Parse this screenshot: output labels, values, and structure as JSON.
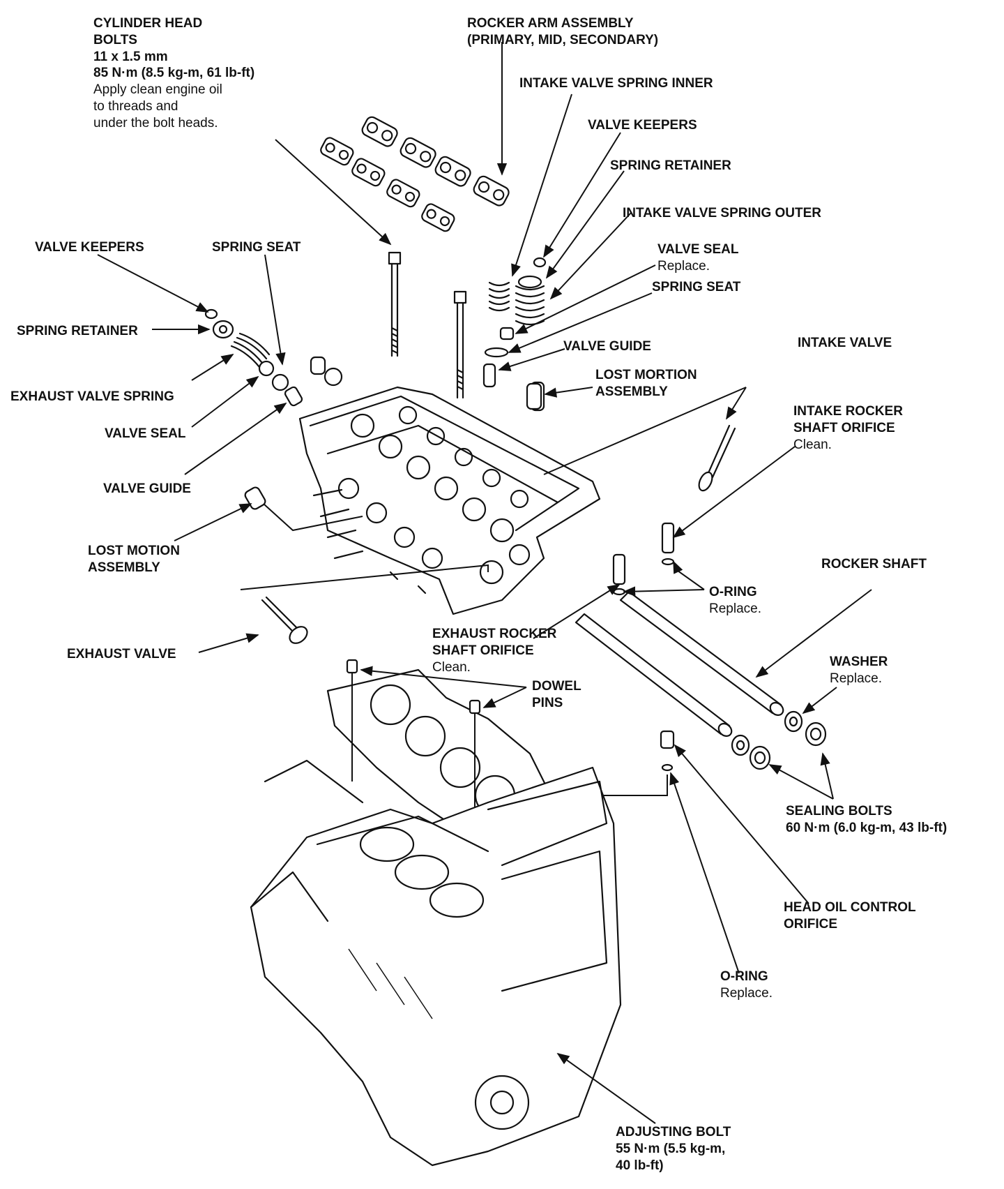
{
  "labels": {
    "cylinder_head_bolts": {
      "lines": [
        "CYLINDER HEAD",
        "BOLTS",
        "11 x 1.5 mm",
        "85 N·m (8.5 kg-m, 61 lb-ft)"
      ],
      "note": [
        "Apply clean engine oil",
        "to threads and",
        "under the bolt heads."
      ]
    },
    "rocker_arm_assembly": {
      "lines": [
        "ROCKER ARM ASSEMBLY",
        "(PRIMARY, MID, SECONDARY)"
      ]
    },
    "intake_valve_spring_inner": {
      "lines": [
        "INTAKE VALVE SPRING INNER"
      ]
    },
    "valve_keepers_right": {
      "lines": [
        "VALVE KEEPERS"
      ]
    },
    "spring_retainer_right": {
      "lines": [
        "SPRING RETAINER"
      ]
    },
    "intake_valve_spring_outer": {
      "lines": [
        "INTAKE VALVE SPRING OUTER"
      ]
    },
    "valve_seal_right": {
      "lines": [
        "VALVE SEAL"
      ],
      "note": [
        "Replace."
      ]
    },
    "spring_seat_right": {
      "lines": [
        "SPRING SEAT"
      ]
    },
    "valve_guide_right": {
      "lines": [
        "VALVE GUIDE"
      ]
    },
    "lost_mortion_assembly": {
      "lines": [
        "LOST MORTION",
        "ASSEMBLY"
      ]
    },
    "intake_valve": {
      "lines": [
        "INTAKE VALVE"
      ]
    },
    "intake_rocker_shaft_orifice": {
      "lines": [
        "INTAKE ROCKER",
        "SHAFT ORIFICE"
      ],
      "note": [
        "Clean."
      ]
    },
    "valve_keepers_left": {
      "lines": [
        "VALVE KEEPERS"
      ]
    },
    "spring_seat_left": {
      "lines": [
        "SPRING SEAT"
      ]
    },
    "spring_retainer_left": {
      "lines": [
        "SPRING RETAINER"
      ]
    },
    "exhaust_valve_spring": {
      "lines": [
        "EXHAUST VALVE SPRING"
      ]
    },
    "valve_seal_left": {
      "lines": [
        "VALVE SEAL"
      ]
    },
    "valve_guide_left": {
      "lines": [
        "VALVE GUIDE"
      ]
    },
    "lost_motion_assembly": {
      "lines": [
        "LOST MOTION",
        "ASSEMBLY"
      ]
    },
    "o_ring_upper": {
      "lines": [
        "O-RING"
      ],
      "note": [
        "Replace."
      ]
    },
    "rocker_shaft": {
      "lines": [
        "ROCKER SHAFT"
      ]
    },
    "exhaust_rocker_shaft_orifice": {
      "lines": [
        "EXHAUST ROCKER",
        "SHAFT ORIFICE"
      ],
      "note": [
        "Clean."
      ]
    },
    "exhaust_valve": {
      "lines": [
        "EXHAUST VALVE"
      ]
    },
    "washer": {
      "lines": [
        "WASHER"
      ],
      "note": [
        "Replace."
      ]
    },
    "dowel_pins": {
      "lines": [
        "DOWEL",
        "PINS"
      ]
    },
    "sealing_bolts": {
      "lines": [
        "SEALING BOLTS",
        "60 N·m (6.0 kg-m, 43 lb-ft)"
      ]
    },
    "head_oil_control_orifice": {
      "lines": [
        "HEAD OIL CONTROL",
        "ORIFICE"
      ]
    },
    "o_ring_lower": {
      "lines": [
        "O-RING"
      ],
      "note": [
        "Replace."
      ]
    },
    "adjusting_bolt": {
      "lines": [
        "ADJUSTING BOLT",
        "55 N·m (5.5 kg-m,",
        "40 lb-ft)"
      ]
    }
  }
}
